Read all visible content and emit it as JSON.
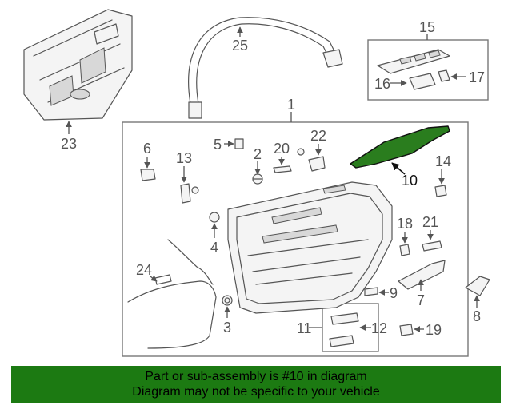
{
  "diagram": {
    "callouts": [
      "1",
      "2",
      "3",
      "4",
      "5",
      "6",
      "7",
      "8",
      "9",
      "10",
      "11",
      "12",
      "13",
      "14",
      "15",
      "16",
      "17",
      "18",
      "19",
      "20",
      "21",
      "22",
      "23",
      "24",
      "25"
    ],
    "highlight_part": "10",
    "colors": {
      "highlight_fill": "#2a7d1e",
      "banner_bg": "#1c7a12",
      "line": "#555555"
    }
  },
  "footer": {
    "line1": "Part or sub-assembly is #10 in diagram",
    "line2": "Diagram may not be specific to your vehicle"
  }
}
